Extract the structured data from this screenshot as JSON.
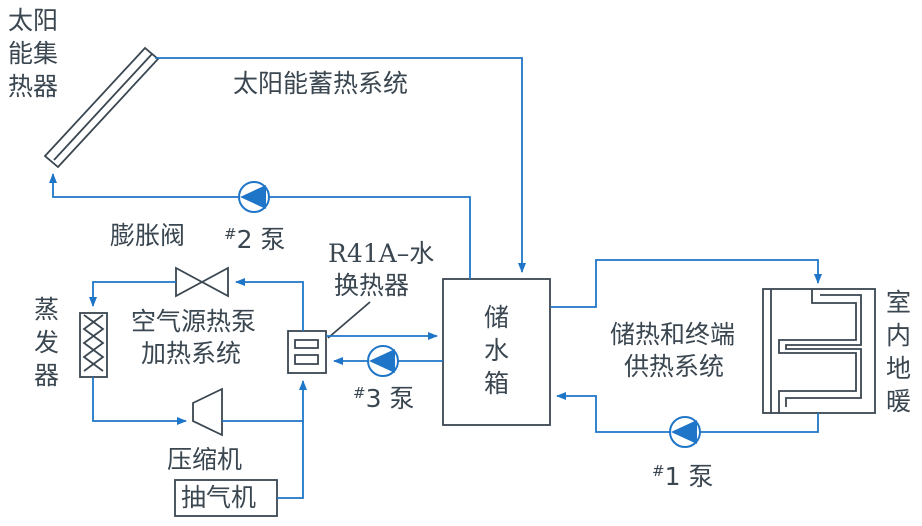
{
  "labels": {
    "solar_collector": [
      "太阳",
      "能集",
      "热器"
    ],
    "solar_storage_system": "太阳能蓄热系统",
    "pump2_mark": "#",
    "pump2_text": "2 泵",
    "expansion_valve": "膨胀阀",
    "heat_exchanger": [
      "R41A–水",
      "换热器"
    ],
    "evaporator": [
      "蒸",
      "发",
      "器"
    ],
    "air_source_system": [
      "空气源热泵",
      "加热系统"
    ],
    "water_tank": [
      "储",
      "水",
      "箱"
    ],
    "storage_supply_system": [
      "储热和终端",
      "供热系统"
    ],
    "floor_heating": [
      "室",
      "内",
      "地",
      "暖"
    ],
    "pump3_mark": "#",
    "pump3_text": "3 泵",
    "pump1_mark": "#",
    "pump1_text": "1 泵",
    "compressor": "压缩机",
    "extractor": "抽气机"
  },
  "colors": {
    "pipe": "#1f76c8",
    "equipment": "#3a4650",
    "text": "#3a4650"
  }
}
